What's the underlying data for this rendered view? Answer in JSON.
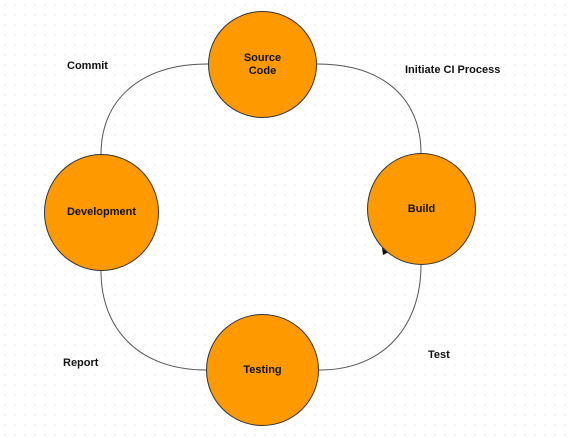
{
  "colors": {
    "node_fill": "#FF9900",
    "node_border": "#333333",
    "connector": "#555555",
    "text": "#111111"
  },
  "nodes": {
    "source_code": "Source\nCode",
    "build": "Build",
    "development": "Development",
    "testing": "Testing"
  },
  "edges": {
    "commit": "Commit",
    "initiate_ci": "Initiate CI Process",
    "test": "Test",
    "report": "Report"
  }
}
